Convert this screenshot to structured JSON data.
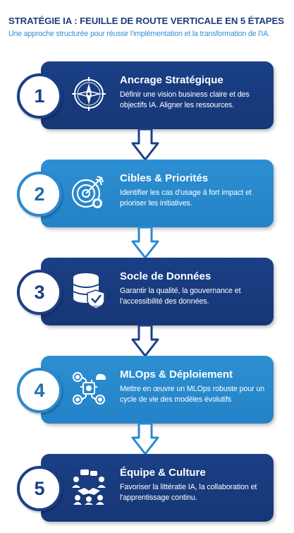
{
  "header": {
    "title": "STRATÉGIE IA : FEUILLE DE ROUTE VERTICALE EN 5 ÉTAPES",
    "subtitle": "Une approche structurée pour réussir l'implémentation et la transformation de l'IA."
  },
  "colors": {
    "dark_card": "#1b3f86",
    "light_card": "#2d8fd2",
    "title": "#1f3b7a",
    "subtitle": "#2f8fd4"
  },
  "steps": [
    {
      "number": "1",
      "title": "Ancrage Stratégique",
      "description": "Définir une vision business claire et des objectifs IA. Aligner les ressources.",
      "icon": "compass-icon"
    },
    {
      "number": "2",
      "title": "Cibles & Priorités",
      "description": "Identifier les cas d'usage à fort impact et prioriser les initiatives.",
      "icon": "target-icon"
    },
    {
      "number": "3",
      "title": "Socle de Données",
      "description": "Garantir la qualité, la gouvernance et l'accessibilité des données.",
      "icon": "database-icon",
      "icon_label": "QUALITY"
    },
    {
      "number": "4",
      "title": "MLOps & Déploiement",
      "description": "Mettre en œuvre un MLOps robuste pour un cycle de vie des modèles évolutifs",
      "icon": "mlops-icon"
    },
    {
      "number": "5",
      "title": "Équipe & Culture",
      "description": "Favoriser la littératie IA, la collaboration et l'apprentissage continu.",
      "icon": "team-icon"
    }
  ]
}
